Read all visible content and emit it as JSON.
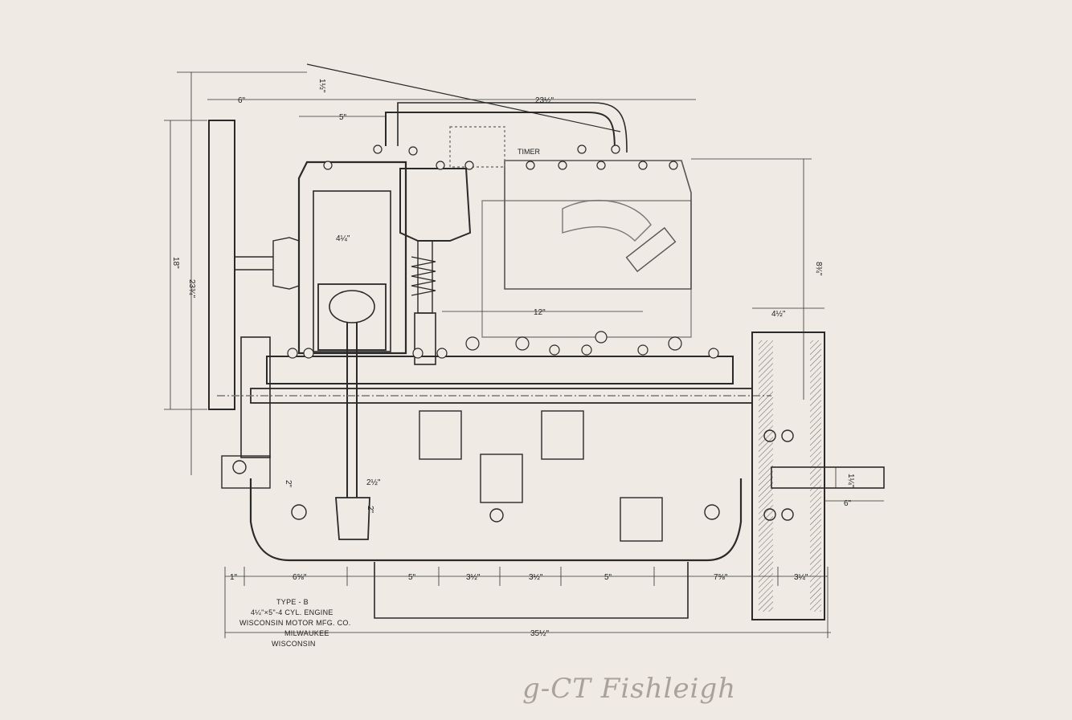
{
  "title_block": {
    "line1": "TYPE - B",
    "line2": "4¼\"×5\"-4 CYL. ENGINE",
    "line3": "WISCONSIN MOTOR MFG. CO.",
    "line4": "MILWAUKEE",
    "line5": "WISCONSIN"
  },
  "labels": {
    "timer": "TIMER"
  },
  "dimensions": {
    "d_1_half_top": "1½\"",
    "d_6_top": "6\"",
    "d_5_top": "5\"",
    "d_23_half": "23½\"",
    "d_18": "18\"",
    "d_23_3q": "23¾\"",
    "d_8_3q": "8¾\"",
    "d_bore": "4¼\"",
    "d_12": "12\"",
    "d_4_half": "4½\"",
    "d_2_left": "2\"",
    "d_2_half": "2½\"",
    "d_2_bottom": "2\"",
    "d_1_quarter": "1¼\"",
    "d_6_right": "6\"",
    "b_1": "1\"",
    "b_6_5_8": "6⅝\"",
    "b_5a": "5\"",
    "b_3_half_a": "3½\"",
    "b_3_half_b": "3½\"",
    "b_5b": "5\"",
    "b_7_5_8": "7⅝\"",
    "b_3_quarter": "3¼\"",
    "overall": "35½\""
  },
  "signature": "g-CT Fishleigh",
  "colors": {
    "paper": "#efeae3",
    "ink": "#2a2a2a",
    "faint": "#8a8580"
  }
}
